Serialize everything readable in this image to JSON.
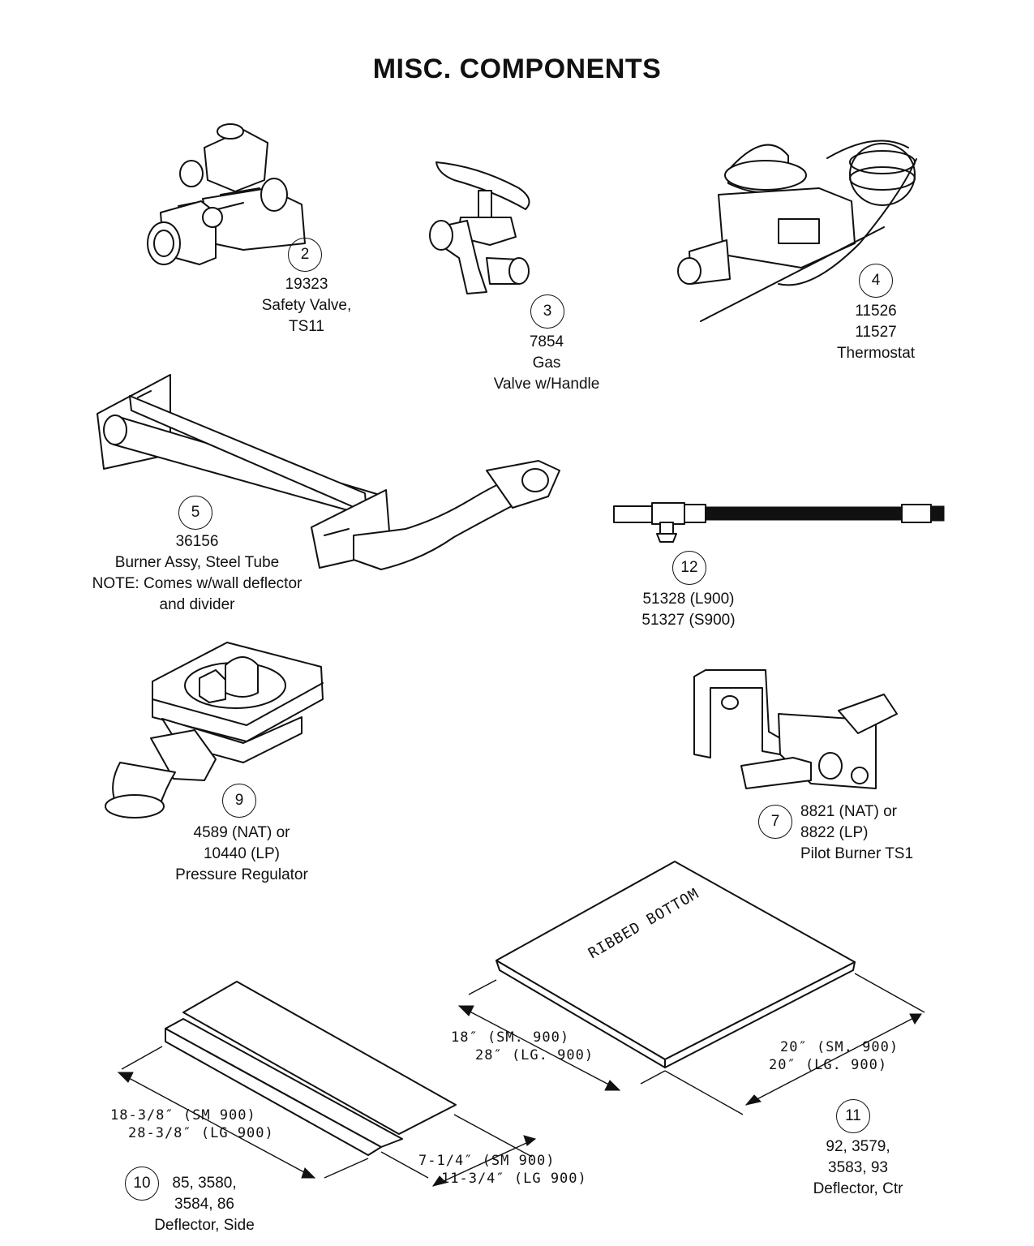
{
  "title": "MISC. COMPONENTS",
  "parts": {
    "p2": {
      "num": "2",
      "lines": [
        "19323",
        "Safety Valve,",
        "TS11"
      ]
    },
    "p3": {
      "num": "3",
      "lines": [
        "7854",
        "Gas",
        "Valve w/Handle"
      ]
    },
    "p4": {
      "num": "4",
      "lines": [
        "11526",
        "11527",
        "Thermostat"
      ]
    },
    "p5": {
      "num": "5",
      "lines": [
        "36156",
        "Burner Assy, Steel Tube",
        "NOTE: Comes w/wall deflector",
        "and divider"
      ]
    },
    "p12": {
      "num": "12",
      "lines": [
        "51328 (L900)",
        "51327 (S900)"
      ]
    },
    "p9": {
      "num": "9",
      "lines": [
        "4589 (NAT) or",
        "10440 (LP)",
        "Pressure Regulator"
      ]
    },
    "p7": {
      "num": "7",
      "lines": [
        "8821 (NAT) or",
        "8822 (LP)",
        "Pilot Burner TS1"
      ]
    },
    "p10": {
      "num": "10",
      "lines": [
        "85, 3580,",
        "3584, 86",
        "Deflector, Side"
      ]
    },
    "p11": {
      "num": "11",
      "lines": [
        "92, 3579,",
        "3583, 93",
        "Deflector, Ctr"
      ]
    }
  },
  "dimensions": {
    "ctr_depth": [
      "18″ (SM. 900)",
      "28″ (LG. 900)"
    ],
    "ctr_width": [
      "20″ (SM. 900)",
      "20″ (LG. 900)"
    ],
    "side_length": [
      "18-3/8″ (SM 900)",
      "28-3/8″ (LG 900)"
    ],
    "side_width": [
      "7-1/4″ (SM 900)",
      "11-3/4″ (LG 900)"
    ],
    "ribbed": "RIBBED BOTTOM"
  }
}
